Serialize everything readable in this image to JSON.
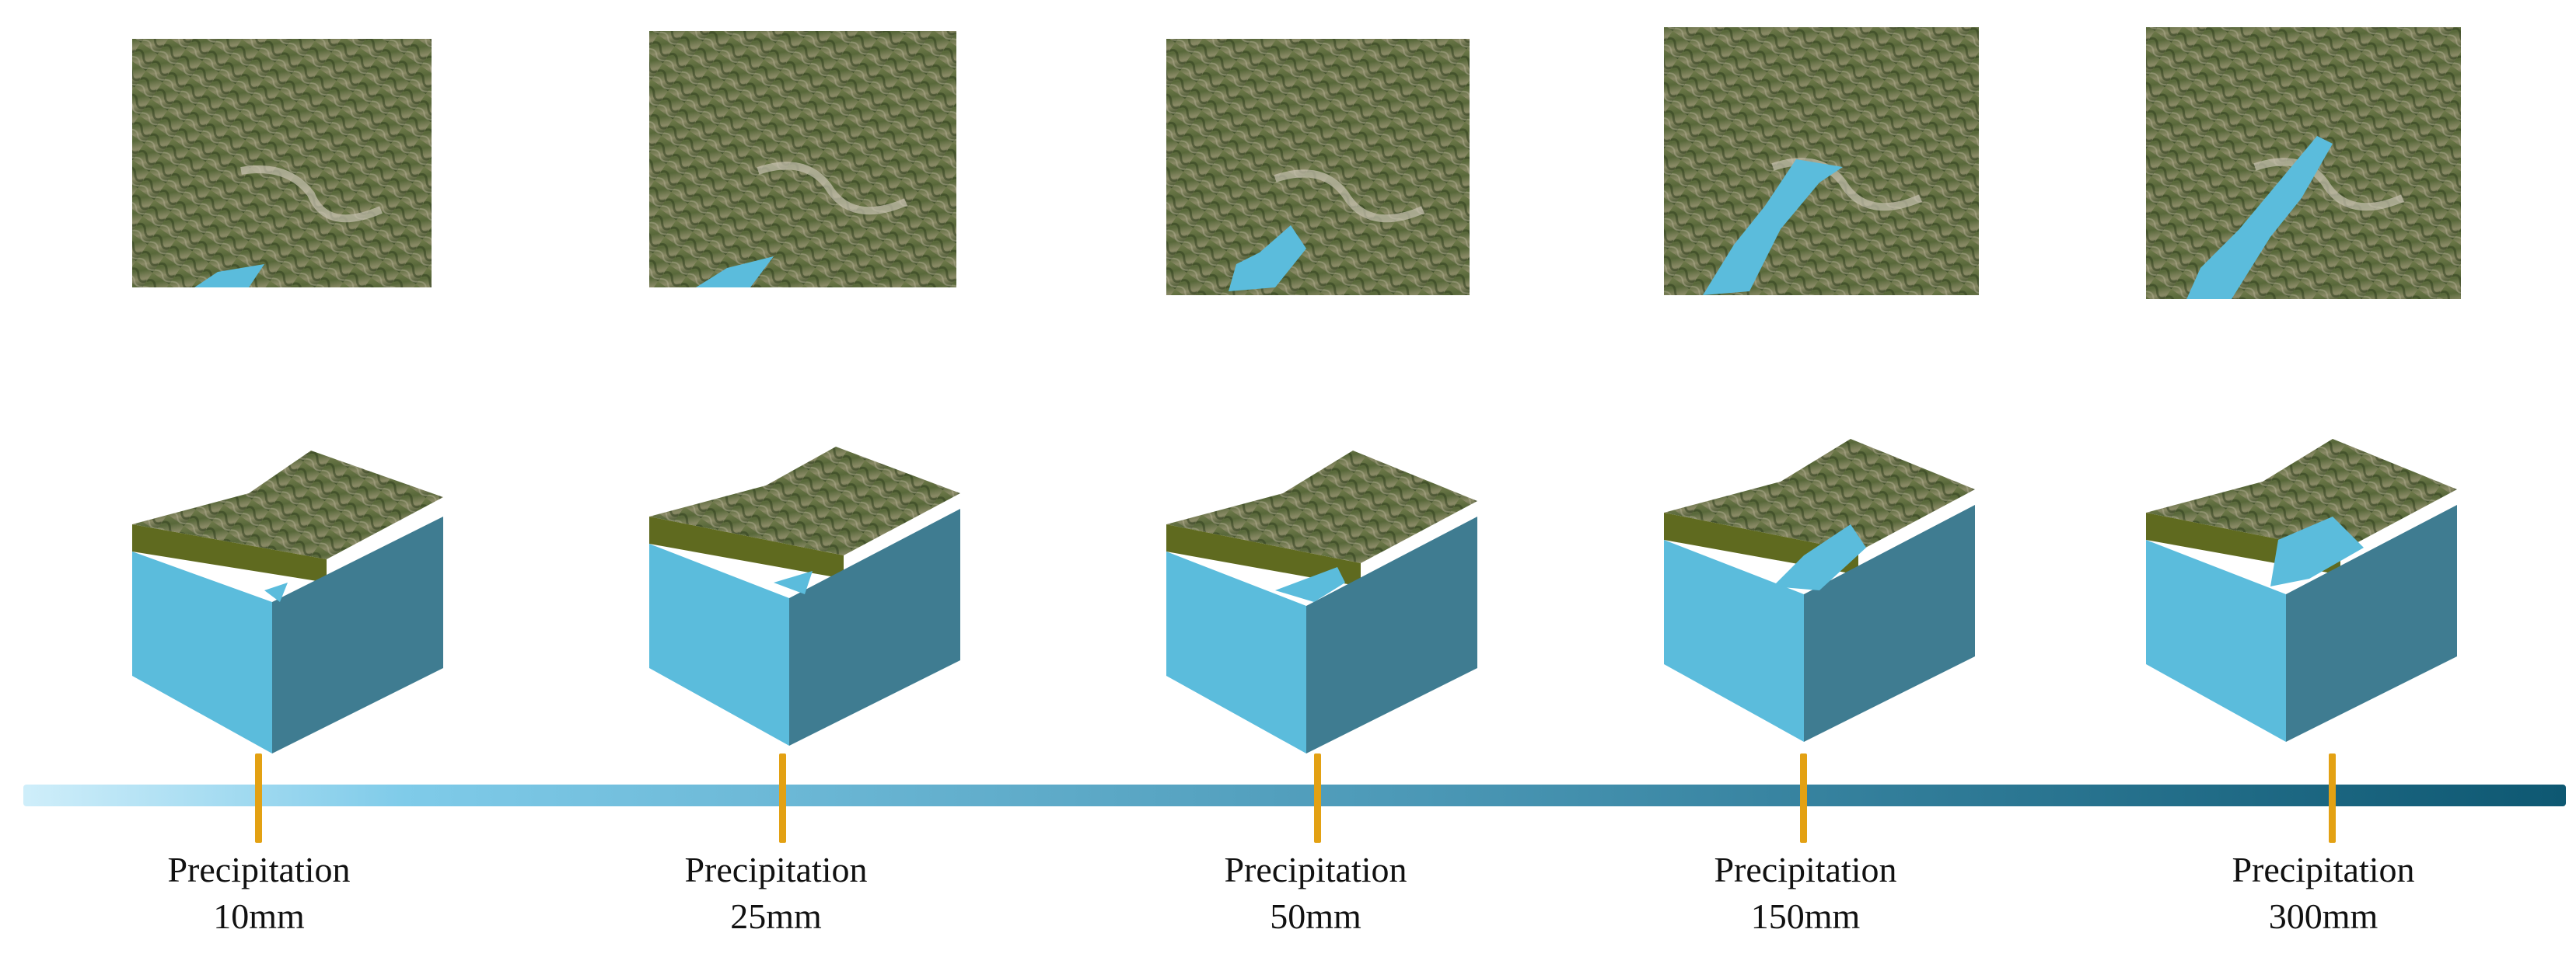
{
  "colors": {
    "water": "#5bbcdc",
    "water_dark": "#3f7c91",
    "ground_edge": "#5f6a1f",
    "tick": "#e3a113",
    "bar_start": "#cfeefa",
    "bar_end": "#0e5872"
  },
  "stages": [
    {
      "label_line1": "Precipitation",
      "label_line2": "10mm",
      "flood_level": 0.05
    },
    {
      "label_line1": "Precipitation",
      "label_line2": "25mm",
      "flood_level": 0.12
    },
    {
      "label_line1": "Precipitation",
      "label_line2": "50mm",
      "flood_level": 0.25
    },
    {
      "label_line1": "Precipitation",
      "label_line2": "150mm",
      "flood_level": 0.55
    },
    {
      "label_line1": "Precipitation",
      "label_line2": "300mm",
      "flood_level": 0.8
    }
  ]
}
